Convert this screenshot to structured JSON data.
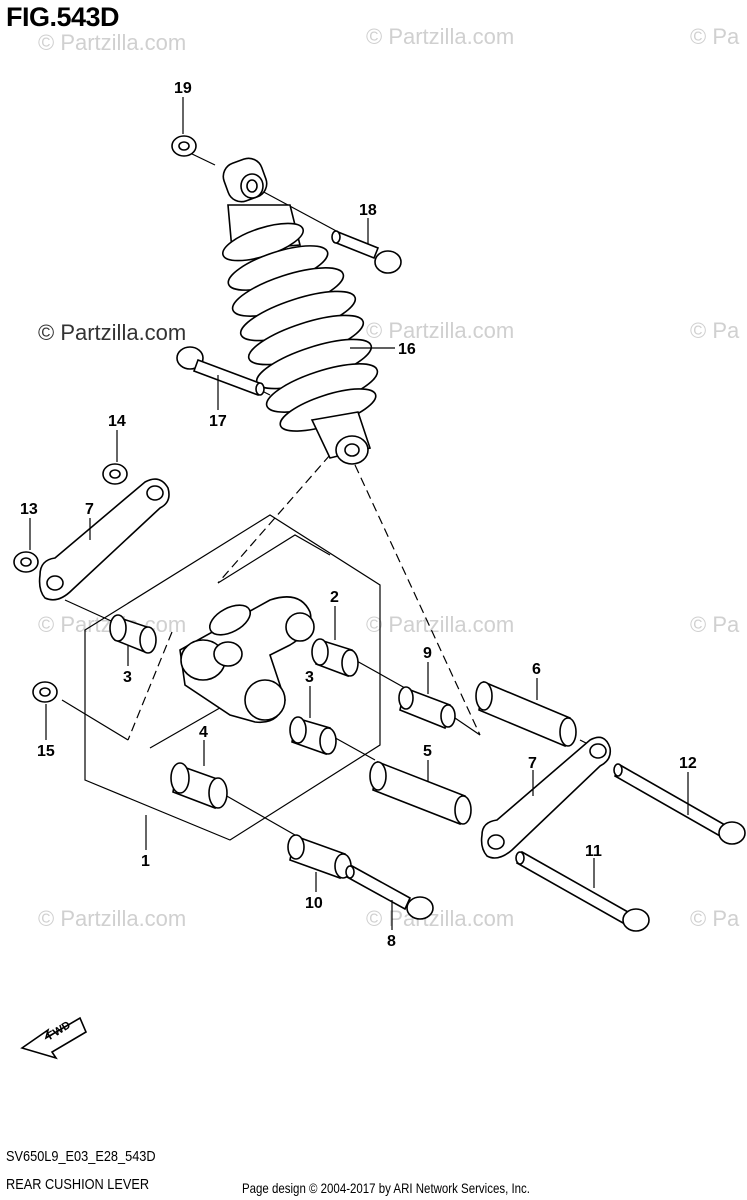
{
  "figure": {
    "title": "FIG.543D"
  },
  "watermarks": {
    "text_faint": "© Partzilla.com",
    "text_bold": "© Partzilla.com",
    "text_edge": "© Pa"
  },
  "part_labels": {
    "p1": "1",
    "p2": "2",
    "p3a": "3",
    "p3b": "3",
    "p4": "4",
    "p5": "5",
    "p6": "6",
    "p7a": "7",
    "p7b": "7",
    "p8": "8",
    "p9": "9",
    "p10": "10",
    "p11": "11",
    "p12": "12",
    "p13": "13",
    "p14": "14",
    "p15": "15",
    "p16": "16",
    "p17": "17",
    "p18": "18",
    "p19": "19"
  },
  "direction_marker": {
    "text": "FWD"
  },
  "footer": {
    "model_code": "SV650L9_E03_E28_543D",
    "diagram_name": "REAR CUSHION LEVER",
    "credit": "Page design © 2004-2017 by ARI Network Services, Inc."
  },
  "colors": {
    "line": "#000000",
    "watermark": "#d0d0d0",
    "background": "#ffffff"
  }
}
